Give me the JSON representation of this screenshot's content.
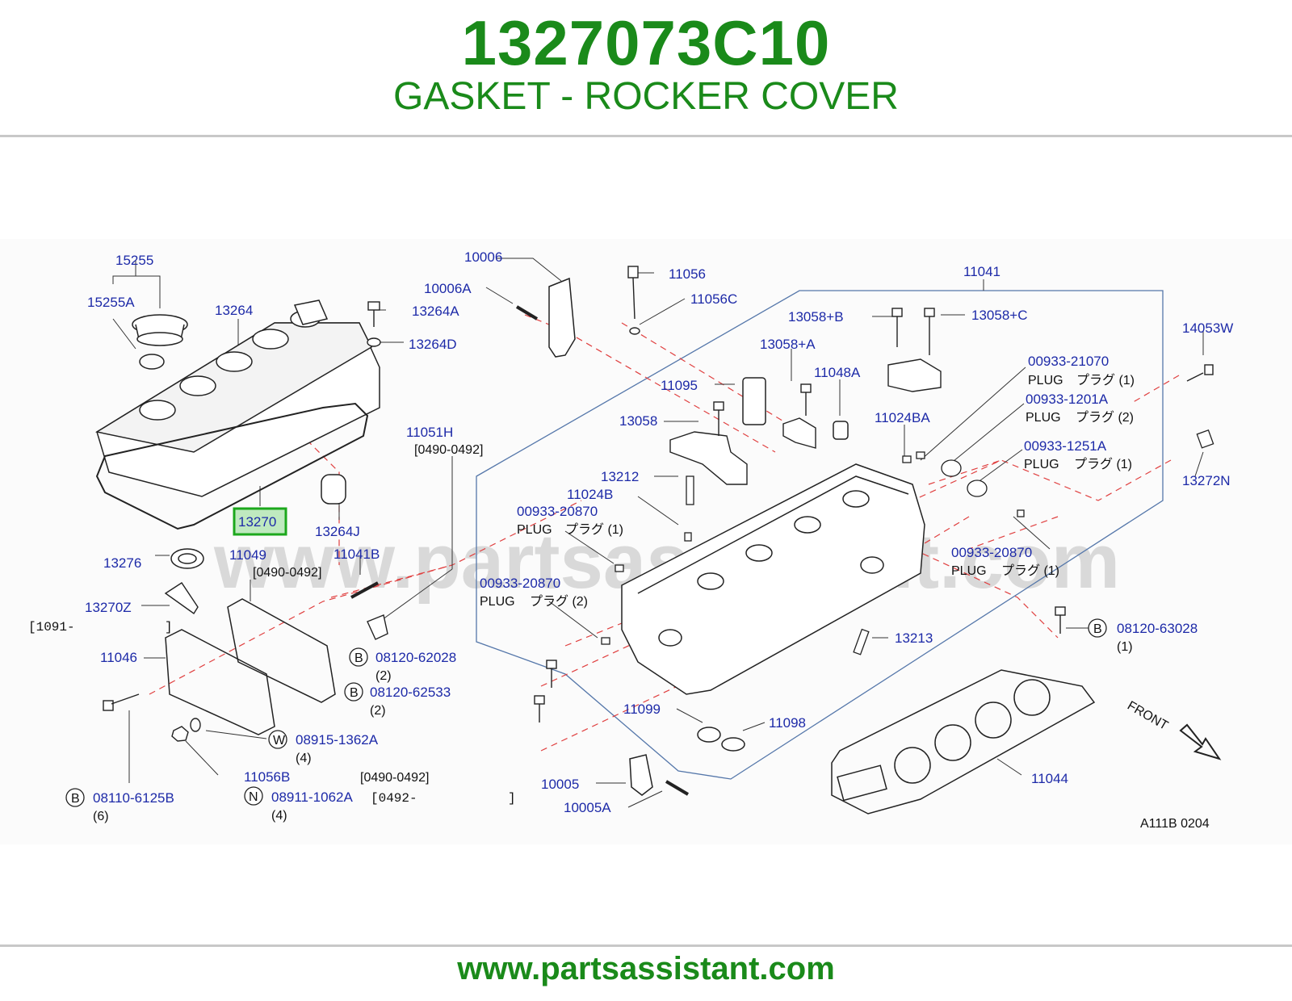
{
  "header": {
    "part_number": "1327073C10",
    "part_name": "GASKET - ROCKER COVER"
  },
  "watermark": "www.partsassistant.com",
  "footer": {
    "url": "www.partsassistant.com"
  },
  "highlight_color": "#1a8a1a",
  "label_color": "#1d2aa8",
  "diagram": {
    "code": "A111B   0204",
    "front_label": "FRONT",
    "highlighted_part": "13270",
    "labels": {
      "l15255": "15255",
      "l15255A": "15255A",
      "l13264": "13264",
      "l13264A": "13264A",
      "l13264D": "13264D",
      "l13270": "13270",
      "l13264J": "13264J",
      "l13276": "13276",
      "l11049": "11049",
      "l11049r": "[0490-0492]",
      "l11041B": "11041B",
      "l13270Z": "13270Z",
      "l1091": "[1091-",
      "l1091e": "]",
      "l11046": "11046",
      "l08110": "08110-6125B",
      "l08110q": "(6)",
      "l11056B": "11056B",
      "l11056Br": "[0490-0492]",
      "l08911": "08911-1062A",
      "l08911q": "(4)",
      "l08911r": "[0492-",
      "l08911e": "]",
      "l08915": "08915-1362A",
      "l08915q": "(4)",
      "l08120a": "08120-62028",
      "l08120aq": "(2)",
      "l08120b": "08120-62533",
      "l08120bq": "(2)",
      "l11051H": "11051H",
      "l11051Hr": "[0490-0492]",
      "l10006": "10006",
      "l10006A": "10006A",
      "l11056": "11056",
      "l11056C": "11056C",
      "l11041": "11041",
      "l13058B": "13058+B",
      "l13058C": "13058+C",
      "l13058A": "13058+A",
      "l11095": "11095",
      "l11048A": "11048A",
      "l13058": "13058",
      "l11024BA": "11024BA",
      "l13212": "13212",
      "l11024B": "11024B",
      "l00933_20870a": "00933-20870",
      "plug_a": "PLUG",
      "plug_a_jp": "プラグ (1)",
      "l00933_20870b": "00933-20870",
      "plug_b": "PLUG",
      "plug_b_jp": "プラグ (2)",
      "l00933_21070": "00933-21070",
      "plug_c": "PLUG",
      "plug_c_jp": "プラグ (1)",
      "l00933_1201A": "00933-1201A",
      "plug_d": "PLUG",
      "plug_d_jp": "プラグ (2)",
      "l00933_1251A": "00933-1251A",
      "plug_e": "PLUG",
      "plug_e_jp": "プラグ (1)",
      "l00933_20870c": "00933-20870",
      "plug_f": "PLUG",
      "plug_f_jp": "プラグ (1)",
      "l14053W": "14053W",
      "l13272N": "13272N",
      "l08120c": "08120-63028",
      "l08120cq": "(1)",
      "l13213": "13213",
      "l11099": "11099",
      "l11098": "11098",
      "l10005": "10005",
      "l10005A": "10005A",
      "l11044": "11044"
    },
    "circle_codes": {
      "b": "B",
      "w": "W",
      "n": "N"
    }
  }
}
